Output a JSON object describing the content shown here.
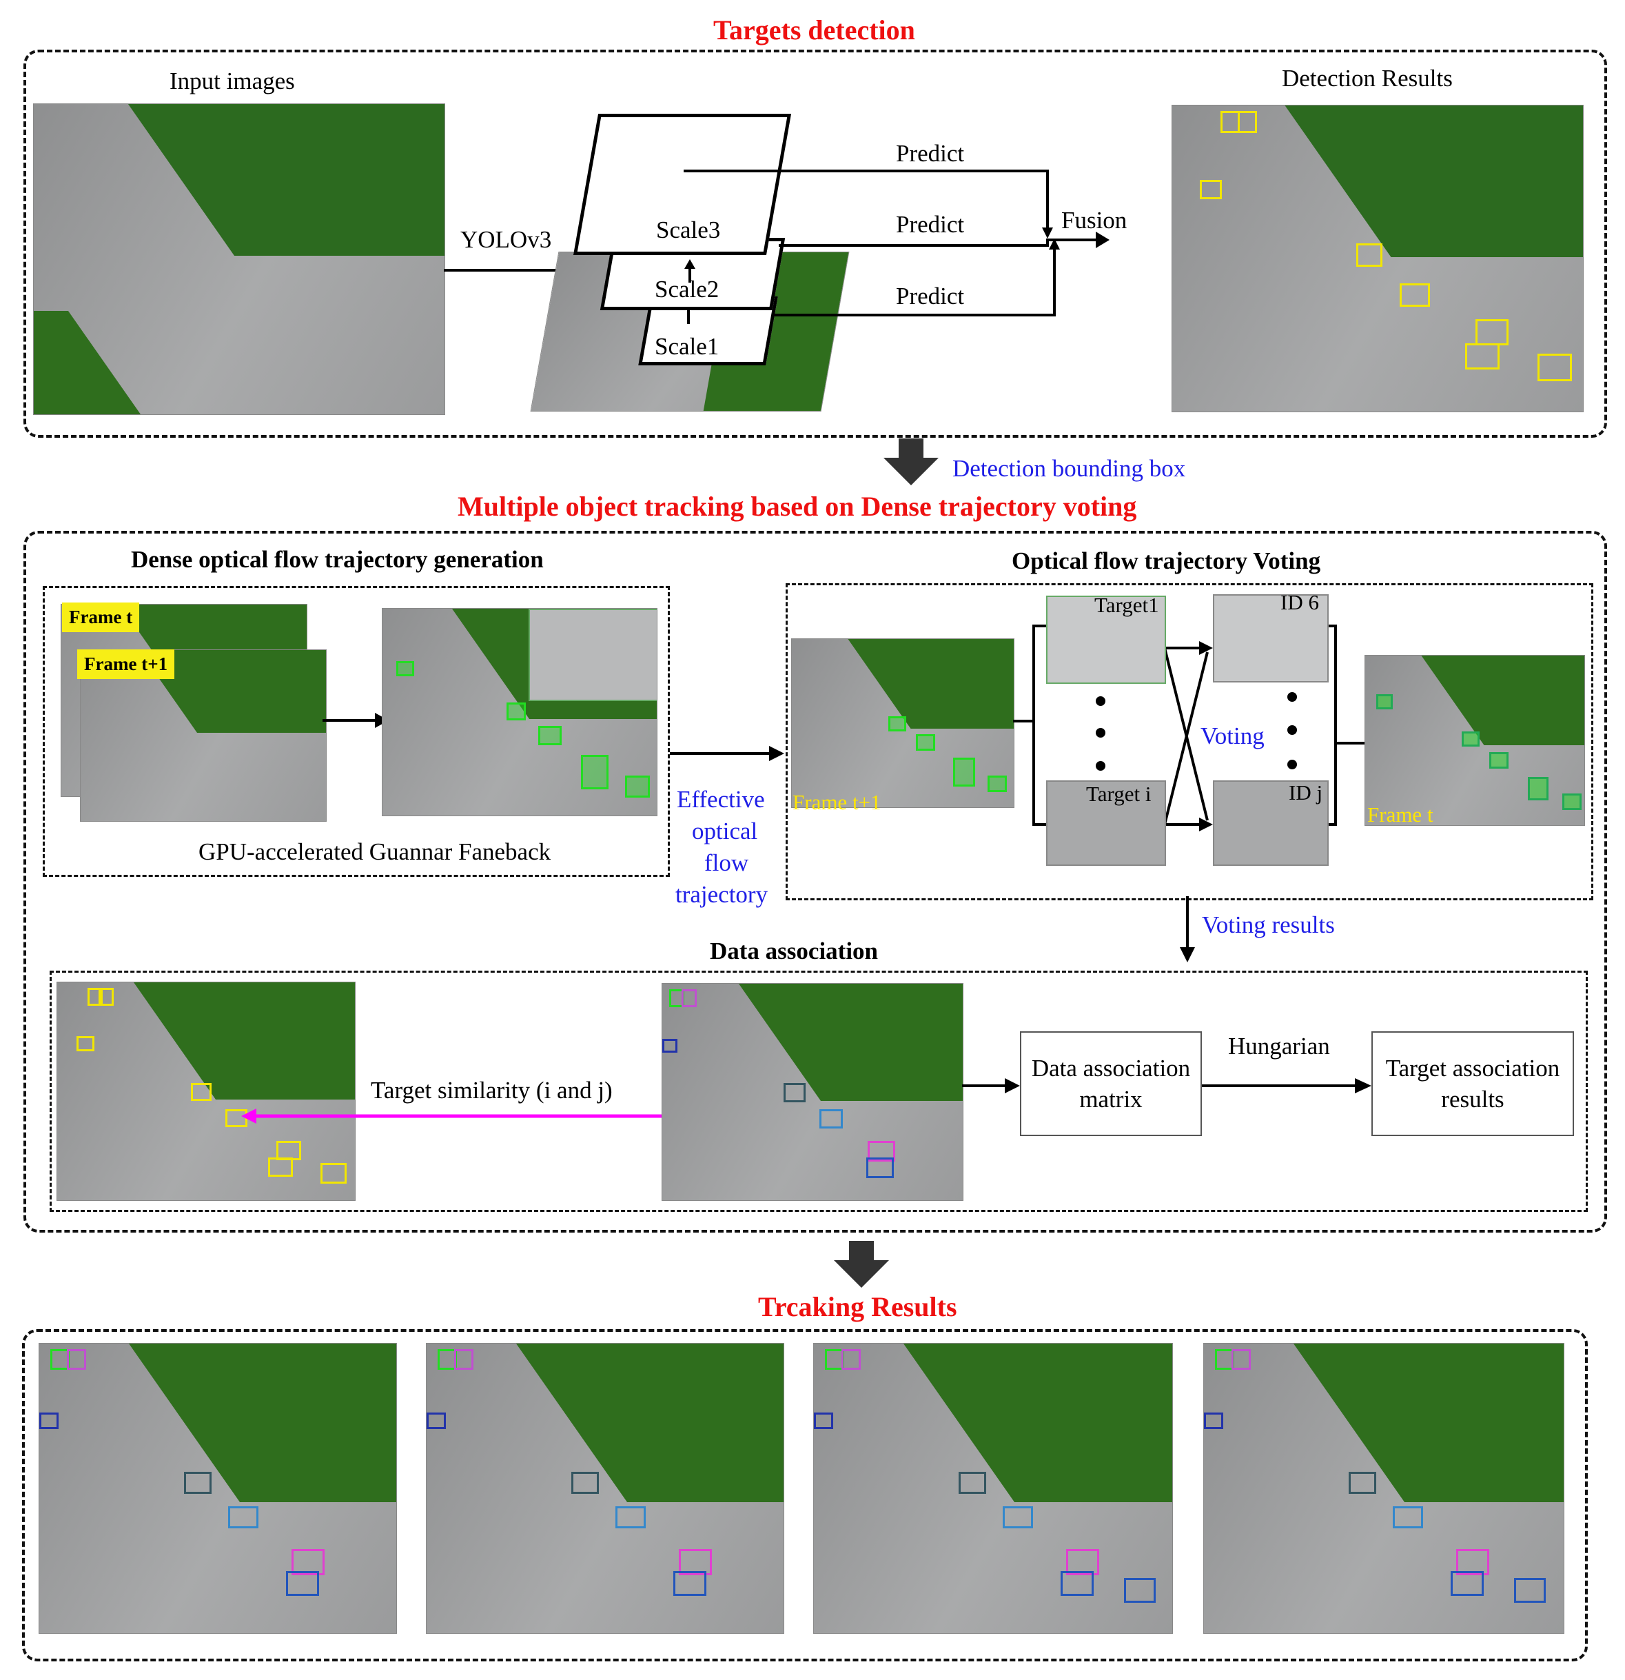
{
  "titles": {
    "detection": "Targets detection",
    "tracking": "Multiple object tracking based on Dense trajectory voting",
    "results": "Trcaking Results"
  },
  "detection": {
    "input_label": "Input images",
    "yolo_label": "YOLOv3",
    "scales": [
      "Scale3",
      "Scale2",
      "Scale1"
    ],
    "predict": [
      "Predict",
      "Predict",
      "Predict"
    ],
    "fusion": "Fusion",
    "results_label": "Detection Results"
  },
  "detection_bbox_label": "Detection bounding box",
  "optical_flow": {
    "title": "Dense optical flow trajectory generation",
    "frame_t": "Frame t",
    "frame_t1": "Frame t+1",
    "caption": "GPU-accelerated Guannar Faneback"
  },
  "effective": [
    "Effective",
    "optical",
    "flow",
    "trajectory"
  ],
  "voting": {
    "title": "Optical flow trajectory Voting",
    "frame_t1": "Frame t+1",
    "target1": "Target1",
    "targeti": "Target i",
    "id6": "ID 6",
    "idj": "ID j",
    "voting_label": "Voting",
    "frame_t": "Frame t",
    "results_label": "Voting results"
  },
  "association": {
    "title": "Data association",
    "similarity": "Target similarity (i and j)",
    "matrix": "Data association matrix",
    "hungarian": "Hungarian",
    "results": "Target association results"
  },
  "colors": {
    "title_red": "#ee1111",
    "label_blue": "#1f1fe6",
    "magenta_link": "#ff00ff",
    "detection_box": "#f2e600",
    "flow_box": "#22dd22",
    "frame_tag": "#f7ee16"
  }
}
